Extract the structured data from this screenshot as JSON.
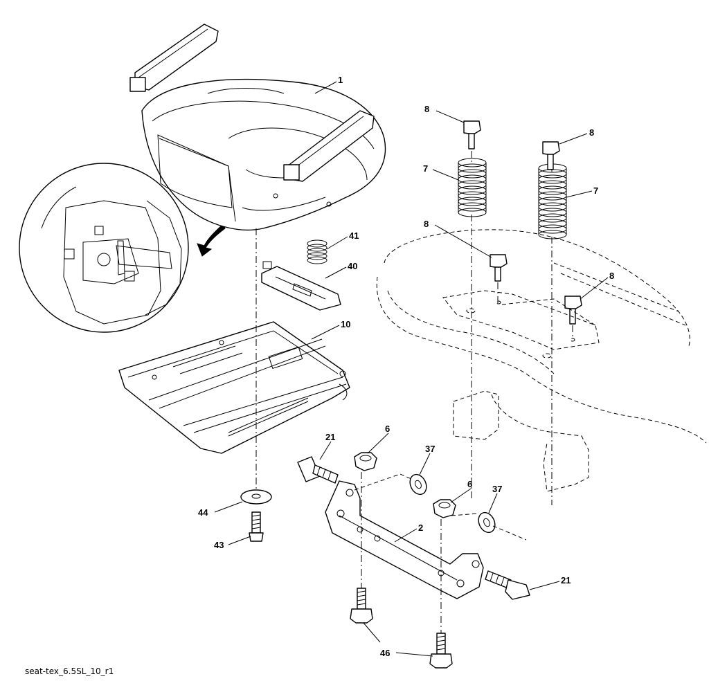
{
  "caption": "seat-tex_6.5SL_10_r1",
  "callouts": {
    "c1": "1",
    "c8a": "8",
    "c8b": "8",
    "c8c": "8",
    "c8d": "8",
    "c7a": "7",
    "c7b": "7",
    "c41": "41",
    "c40": "40",
    "c10": "10",
    "c21a": "21",
    "c6a": "6",
    "c37a": "37",
    "c6b": "6",
    "c37b": "37",
    "c2": "2",
    "c44": "44",
    "c43": "43",
    "c21b": "21",
    "c46": "46"
  }
}
